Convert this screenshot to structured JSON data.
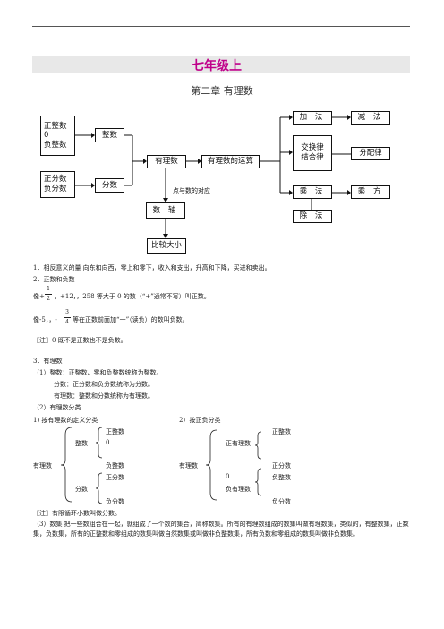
{
  "header": {
    "title": "七年级上",
    "chapter": "第二章 有理数"
  },
  "diagram": {
    "int_members": "正整数\n0\n负整数",
    "int": "整数",
    "frac_members": "正分数\n负分数",
    "frac": "分数",
    "rational": "有理数",
    "operations": "有理数的运算",
    "point_correspondence": "点与数的对应",
    "axis": "数  轴",
    "compare": "比较大小",
    "add": "加  法",
    "subtract": "减  法",
    "laws": "交换律\n结合律",
    "distributive": "分配律",
    "multiply": "乘  法",
    "power": "乘  方",
    "divide": "除  法"
  },
  "content": {
    "item1": "1．相反意义的量     向东和向西，零上和零下，收入和支出，升高和下降，买进和卖出。",
    "item2_head": "2．正数和负数",
    "item2_line1_a": "像+",
    "item2_line1_frac_num": "1",
    "item2_line1_frac_den": "2",
    "item2_line1_b": "，+12，，258 等大于 0 的数（“+”通常不写）叫正数。",
    "item2_line2_a": "像-5，，-",
    "item2_line2_frac_num": "3",
    "item2_line2_frac_den": "4",
    "item2_line2_b": "等在正数前面加“一”（读负）的数叫负数。",
    "note1": "【注】0 既不是正数也不是负数。",
    "item3_head": "3．有理数",
    "item3_1": "（1）整数：正整数、零和负整数统称为整数。",
    "item3_1b": "分数：正分数和负分数统称为分数。",
    "item3_1c": "有理数：整数和分数统称为有理数。",
    "item3_2": "（2）有理数分类",
    "class1_title": "1)    按有理数的定义分类",
    "class2_title": "2）按正负分类",
    "c1_root": "有理数",
    "c1_int": "整数",
    "c1_pos_int": "正整数",
    "c1_zero": "0",
    "c1_neg_int": "负整数",
    "c1_frac": "分数",
    "c1_pos_frac": "正分数",
    "c1_neg_frac": "负分数",
    "c2_root": "有理数",
    "c2_pos": "正有理数",
    "c2_pos_int": "正整数",
    "c2_pos_frac": "正分数",
    "c2_zero": "0",
    "c2_neg": "负有理数",
    "c2_neg_int": "负整数",
    "c2_neg_frac": "负分数",
    "note2": "【注】有限循环小数叫做分数。",
    "item3_3": "（3）数集   把一些数组合在一起，就组成了一个数的集合，简称数集。所有的有理数组成的数集叫做有理数集，类似的，有整数集，正数集，负数集，所有的正整数和零组成的数集叫做自然数集或叫做非负整数集，所有负数和零组成的数集叫做非负数集。"
  }
}
